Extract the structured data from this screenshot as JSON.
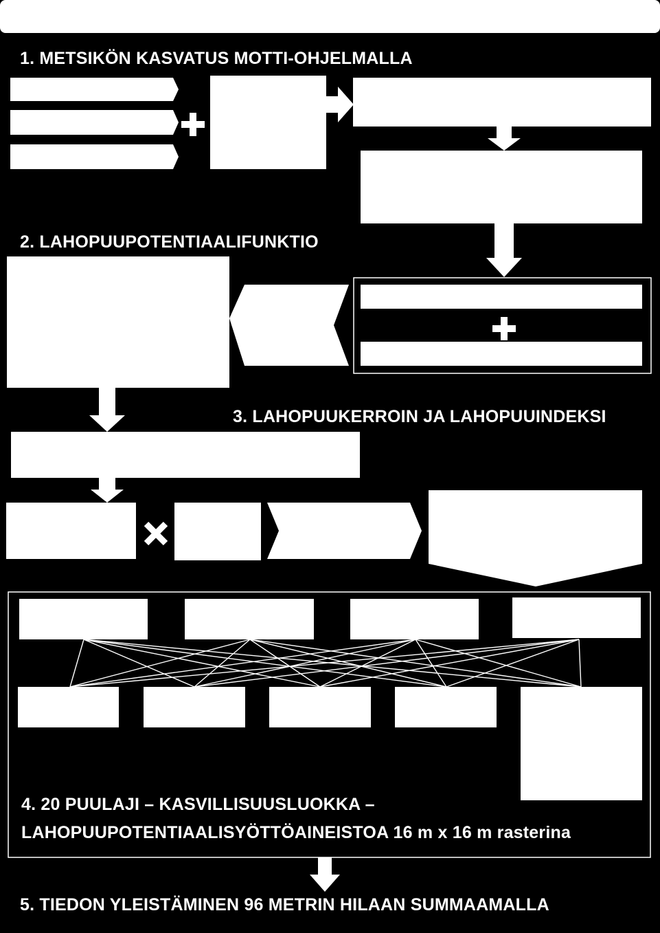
{
  "diagram": {
    "background": "#000000",
    "foreground": "#ffffff",
    "sections": {
      "s1": "1. METSIKÖN KASVATUS MOTTI-OHJELMALLA",
      "s2": "2. LAHOPUUPOTENTIAALIFUNKTIO",
      "s3": "3. LAHOPUUKERROIN JA LAHOPUUINDEKSI",
      "s4_line1": "4. 20 PUULAJI – KASVILLISUUSLUOKKA –",
      "s4_line2": "LAHOPUUPOTENTIAALISYÖTTÖAINEISTOA  16 m x 16 m rasterina",
      "s5": "5. TIEDON YLEISTÄMINEN 96 METRIN HILAAN SUMMAAMALLA"
    },
    "operators": {
      "plus_1": "+",
      "plus_2": "+",
      "times": "×"
    },
    "connections": {
      "top_row_boxes": 4,
      "bottom_row_boxes": 5
    }
  }
}
